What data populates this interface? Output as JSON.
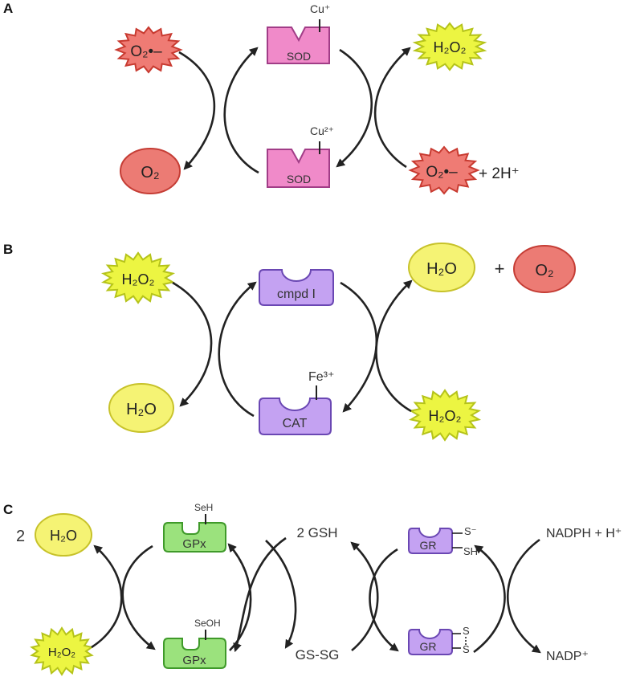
{
  "colors": {
    "superoxide_fill": "#ef7b74",
    "superoxide_stroke": "#c83a30",
    "peroxide_fill": "#ecf542",
    "peroxide_stroke": "#b5c31a",
    "water_fill": "#f5f374",
    "water_stroke": "#c7c22a",
    "oxygen_fill": "#ec7b74",
    "oxygen_stroke": "#c53d35",
    "sod_fill": "#f08ac9",
    "sod_stroke": "#a13d87",
    "purple_fill": "#c4a2f2",
    "purple_stroke": "#6a47b3",
    "gpx_fill": "#9be27d",
    "gpx_stroke": "#3f9a2a",
    "arrow": "#222222"
  },
  "panels": {
    "a": {
      "label": "A"
    },
    "b": {
      "label": "B"
    },
    "c": {
      "label": "C"
    }
  },
  "chem": {
    "o2_radical": "O₂•–",
    "h2o2": "H₂O₂",
    "o2": "O₂",
    "h2o": "H₂O",
    "plus": "+",
    "two_h_plus": "+ 2H⁺",
    "two": "2"
  },
  "enzymes": {
    "sod": "SOD",
    "cmpd": "cmpd I",
    "cat": "CAT",
    "gpx": "GPx",
    "gr": "GR"
  },
  "cofactors": {
    "cu_plus": "Cu⁺",
    "cu_2plus": "Cu²⁺",
    "fe_3plus": "Fe³⁺",
    "seh": "SeH",
    "seoh": "SeOH",
    "s_minus": "S⁻",
    "sh": "SH",
    "s1": "S",
    "s2": "S"
  },
  "metabolites": {
    "gsh": "2 GSH",
    "gssg": "GS-SG",
    "nadph": "NADPH + H⁺",
    "nadp": "NADP⁺"
  }
}
